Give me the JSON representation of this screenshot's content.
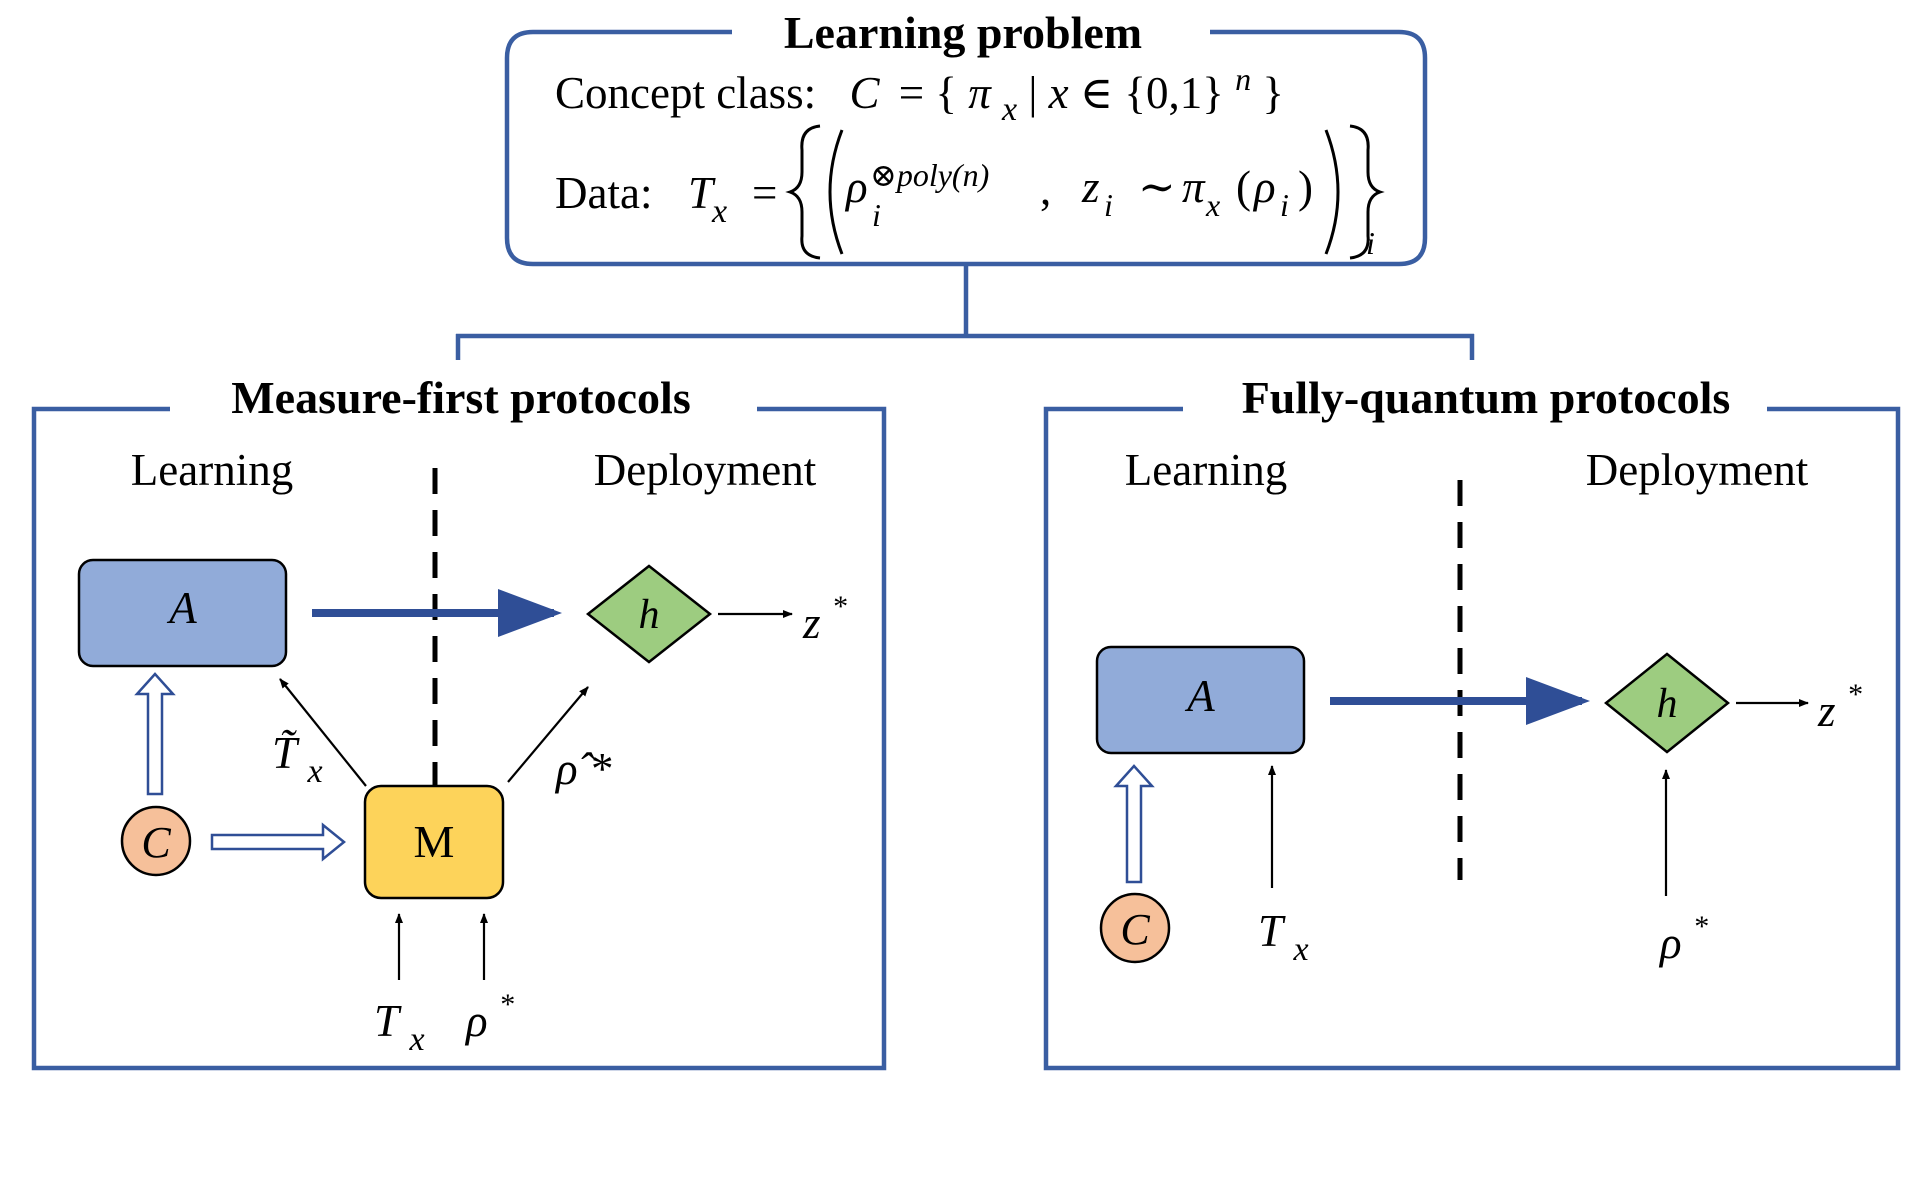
{
  "colors": {
    "frame": "#3a5ea2",
    "arrow": "#2f4e96",
    "box_a": "#91abd9",
    "box_m": "#fdd35a",
    "diamond_h": "#9dcc80",
    "circle_c": "#f6c09a",
    "text": "#000000"
  },
  "top": {
    "title": "Learning problem",
    "concept_label": "Concept class:",
    "concept_lhs": "C",
    "concept_eq": "= {",
    "concept_pi": "π",
    "concept_pi_sub": "x",
    "concept_bar": " | ",
    "concept_x": "x",
    "concept_in": " ∈ {0,1}",
    "concept_sup": "n",
    "concept_close": "}",
    "data_label": "Data:",
    "data_T": "T",
    "data_T_sub": "x",
    "data_eq": "=",
    "data_rho": "ρ",
    "data_rho_sub": "i",
    "data_rho_sup": "⊗poly(n)",
    "data_comma": ",",
    "data_z": "z",
    "data_z_sub": "i",
    "data_tilde": "∼",
    "data_pi": "π",
    "data_pi_sub": "x",
    "data_paren_open": "(",
    "data_rho2": "ρ",
    "data_rho2_sub": "i",
    "data_paren_close": ")",
    "data_outer_sub": "i"
  },
  "left": {
    "title": "Measure-first protocols",
    "learning_label": "Learning",
    "deployment_label": "Deployment",
    "box_a": "A",
    "box_m": "M",
    "diamond_h": "h",
    "circle_c": "C",
    "output_z": "z",
    "output_star": "*",
    "tilde_T": "T̃",
    "tilde_T_sub": "x",
    "rho_hat": "ρ̂ *",
    "input_T": "T",
    "input_T_sub": "x",
    "input_rho": "ρ",
    "input_rho_star": "*"
  },
  "right": {
    "title": "Fully-quantum protocols",
    "learning_label": "Learning",
    "deployment_label": "Deployment",
    "box_a": "A",
    "diamond_h": "h",
    "circle_c": "C",
    "output_z": "z",
    "output_star": "*",
    "input_T": "T",
    "input_T_sub": "x",
    "input_rho": "ρ",
    "input_rho_star": "*"
  }
}
